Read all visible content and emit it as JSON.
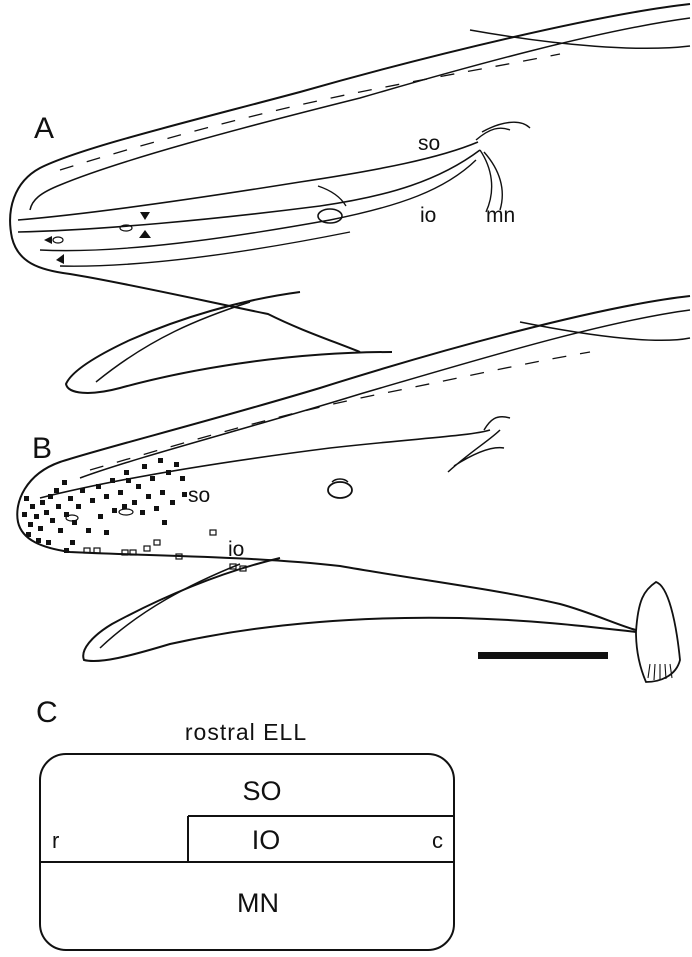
{
  "panel_a": {
    "letter": "A",
    "labels": {
      "so": "so",
      "io": "io",
      "mn": "mn"
    }
  },
  "panel_b": {
    "letter": "B",
    "labels": {
      "so": "so",
      "io": "io"
    }
  },
  "panel_c": {
    "letter": "C",
    "title": "rostral ELL",
    "regions": {
      "so": "SO",
      "io": "IO",
      "mn": "MN"
    },
    "edge_labels": {
      "rostral": "r",
      "caudal": "c"
    }
  },
  "colors": {
    "ink": "#111111",
    "background": "#ffffff"
  }
}
